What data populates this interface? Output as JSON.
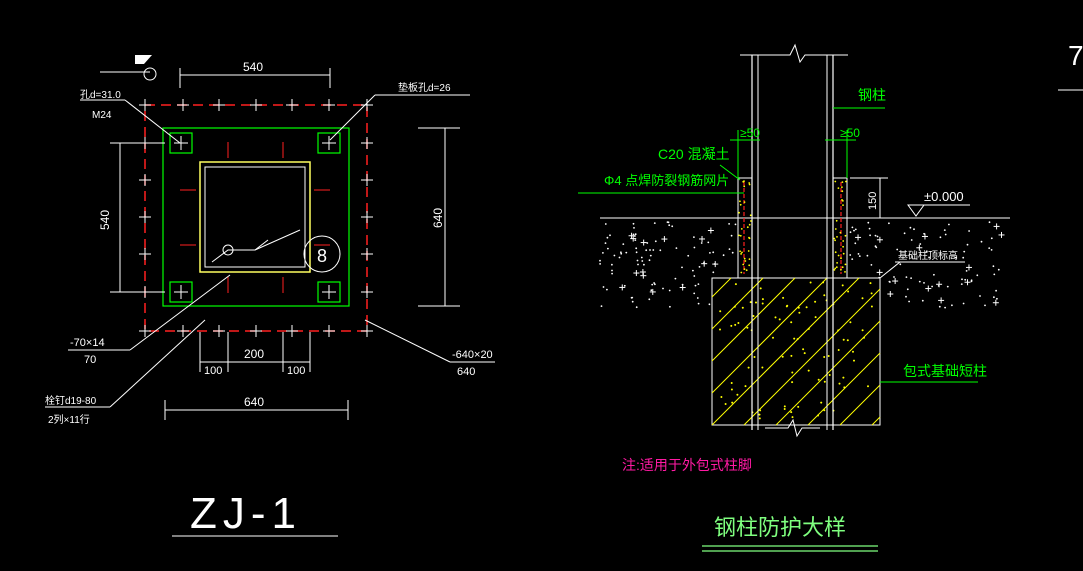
{
  "colors": {
    "background": "#000000",
    "white": "#ffffff",
    "green": "#00ff00",
    "yellow": "#ffff00",
    "red": "#ff2020",
    "magenta": "#ff1aa3",
    "light_green": "#7fff7f"
  },
  "left_detail": {
    "dim_top": "540",
    "hole_label": "孔d=31.0",
    "bolt_label": "M24",
    "washer_label": "垫板孔d=26",
    "dim_left": "540",
    "dim_right": "640",
    "plate_small": "-70×14",
    "plate_small_sub": "70",
    "dim_100_left": "100",
    "dim_200": "200",
    "dim_100_right": "100",
    "plate_big": "-640×20",
    "plate_big_sub": "640",
    "stud_label": "栓钉d19-80",
    "stud_sub": "2列×11行",
    "dim_bottom": "640",
    "marker": "8",
    "title": "ZJ-1"
  },
  "right_detail": {
    "steel_column": "钢柱",
    "dim_50_left": "≥50",
    "dim_50_right": "≥50",
    "concrete": "C20 混凝土",
    "mesh": "Φ4 点焊防裂钢筋网片",
    "dim_150": "150",
    "elevation": "±0.000",
    "foundation_top": "基础柱顶标高",
    "short_column": "包式基础短柱",
    "note": "注:适用于外包式柱脚",
    "title": "钢柱防护大样"
  },
  "edge_fragment": "7"
}
